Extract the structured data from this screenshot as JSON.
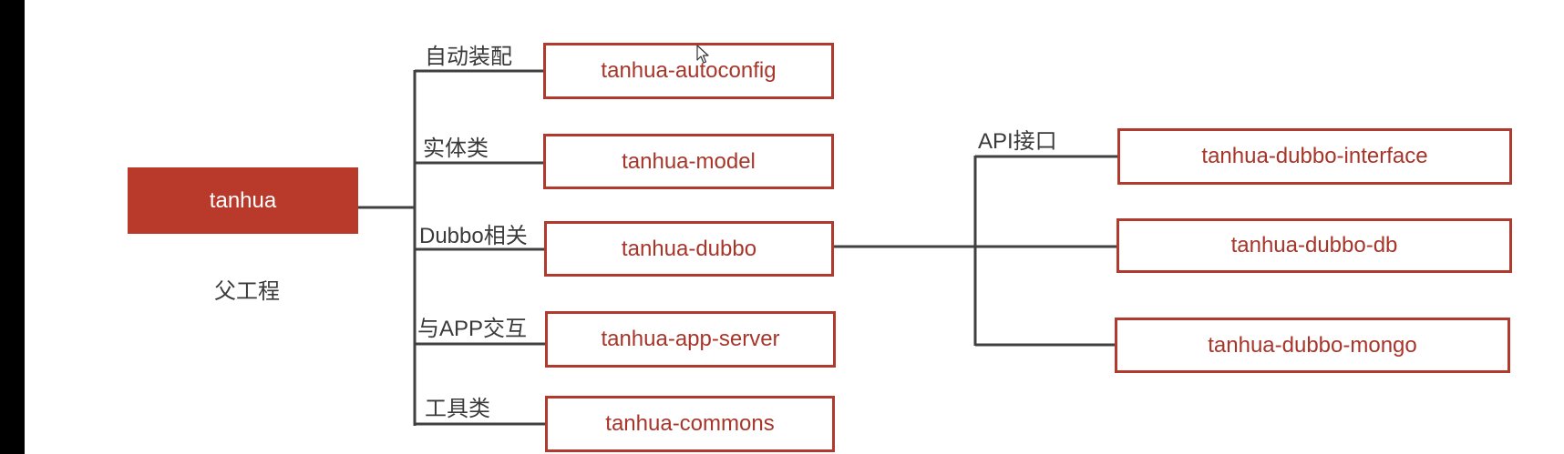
{
  "root": {
    "label": "tanhua",
    "caption": "父工程"
  },
  "modules": [
    {
      "edge_label": "自动装配",
      "name": "tanhua-autoconfig"
    },
    {
      "edge_label": "实体类",
      "name": "tanhua-model"
    },
    {
      "edge_label": "Dubbo相关",
      "name": "tanhua-dubbo"
    },
    {
      "edge_label": "与APP交互",
      "name": "tanhua-app-server"
    },
    {
      "edge_label": "工具类",
      "name": "tanhua-commons"
    }
  ],
  "dubbo_children": {
    "edge_label": "API接口",
    "items": [
      {
        "name": "tanhua-dubbo-interface"
      },
      {
        "name": "tanhua-dubbo-db"
      },
      {
        "name": "tanhua-dubbo-mongo"
      }
    ]
  },
  "colors": {
    "accent": "#b93a2b",
    "box_text": "#a8352a",
    "line": "#404040"
  }
}
